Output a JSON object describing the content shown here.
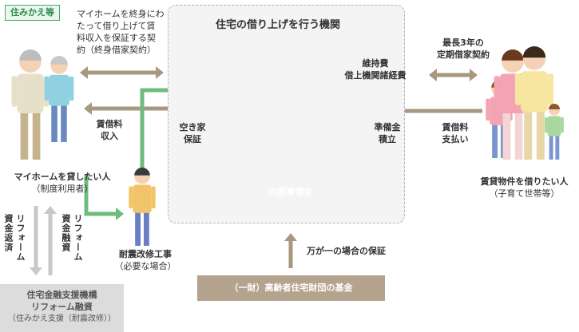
{
  "tag": "住みかえ等",
  "lifetime_contract": [
    "マイホームを終身にわ",
    "たって借り上げて賃",
    "料収入を保証する契",
    "約（終身借家契約）"
  ],
  "org_title": "住宅の借り上げを行う機関",
  "rent_income": [
    "賃借料",
    "収入"
  ],
  "vacancy_guarantee": [
    "空き家",
    "保証"
  ],
  "maintenance": [
    "維持費",
    "借上機関諸経費"
  ],
  "reserve_accum": [
    "準備金",
    "積立"
  ],
  "fixed_term": [
    "最長3年の",
    "定期借家契約"
  ],
  "rent_pay": [
    "賃借料",
    "支払い"
  ],
  "internal_reserve": "内部準備金",
  "emergency_guarantee": "万が一の場合の保証",
  "fund": "（一財）高齢者住宅財団の基金",
  "lender_label": "マイホームを貸したい人",
  "lender_sub": "（制度利用者）",
  "tenant_label": "賃貸物件を借りたい人",
  "tenant_sub": "（子育て世帯等）",
  "retrofit_label": "耐震改修工事",
  "retrofit_sub": "（必要な場合）",
  "reform_repay": [
    "リフォーム",
    "資金返済"
  ],
  "reform_fund": [
    "リフォーム",
    "資金融資"
  ],
  "support_box": [
    "住宅金融支援機構",
    "リフォーム融資",
    "（住みかえ支援（耐震改修））"
  ],
  "colors": {
    "arrow_brown": "#a89880",
    "arrow_green": "#6dbb7d",
    "arrow_gray": "#c8c8c8",
    "fund_bg": "#b4a38d"
  }
}
